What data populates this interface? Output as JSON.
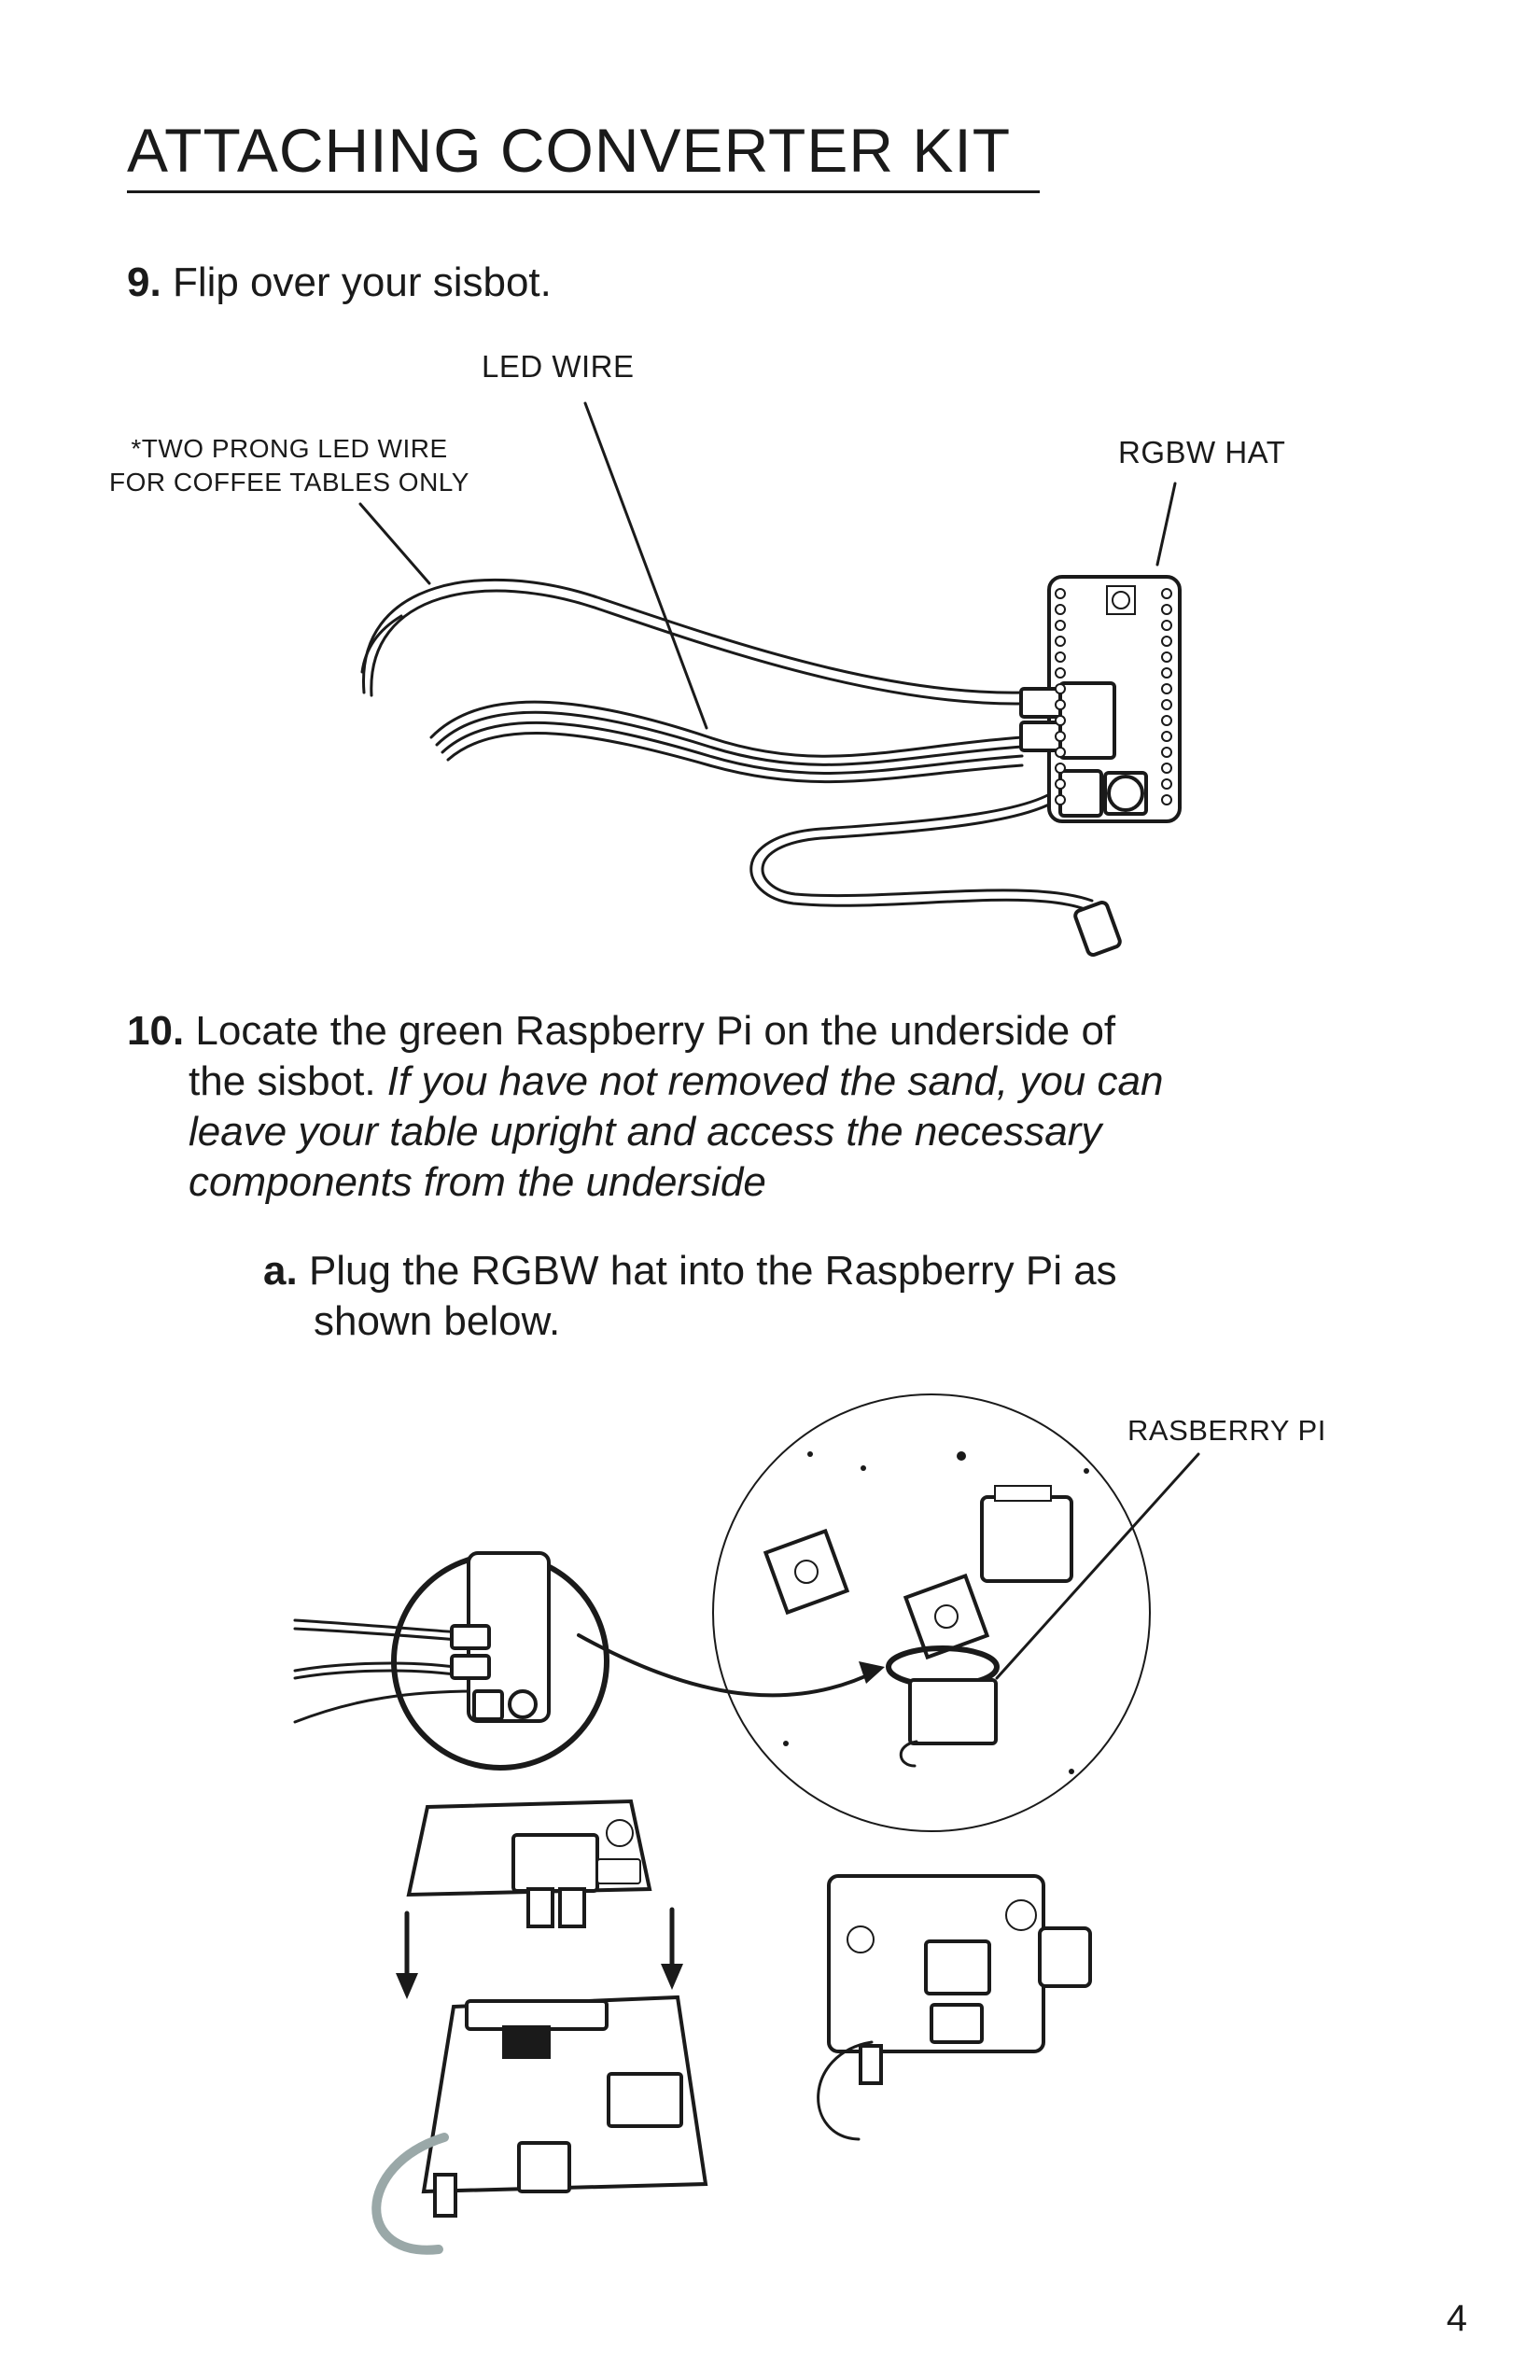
{
  "page": {
    "title": "ATTACHING CONVERTER KIT",
    "number": "4"
  },
  "step9": {
    "number": "9.",
    "text": "Flip over your sisbot.",
    "labels": {
      "led_wire": "LED WIRE",
      "two_prong_line1": "*TWO PRONG LED WIRE",
      "two_prong_line2": "FOR COFFEE TABLES ONLY",
      "rgbw_hat": "RGBW HAT"
    }
  },
  "step10": {
    "number": "10.",
    "text": "Locate the green Raspberry Pi on the underside of the sisbot.",
    "text_line1": "Locate the green Raspberry Pi on the underside of",
    "text_line2_plain": "the sisbot.",
    "italic_line2": "If you have not removed the sand, you can",
    "italic_line3": "leave your table upright and access the necessary",
    "italic_line4": "components from the underside",
    "sub_a": {
      "letter": "a.",
      "line1": "Plug the RGBW hat into the Raspberry Pi as",
      "line2": "shown below."
    },
    "labels": {
      "raspberry_pi": "RASBERRY PI"
    }
  },
  "icons": [
    "led-wire-diagram",
    "rgbw-hat-board",
    "sisbot-underside-diagram",
    "assembly-diagram",
    "arrow-down-icon",
    "curved-arrow-icon"
  ]
}
